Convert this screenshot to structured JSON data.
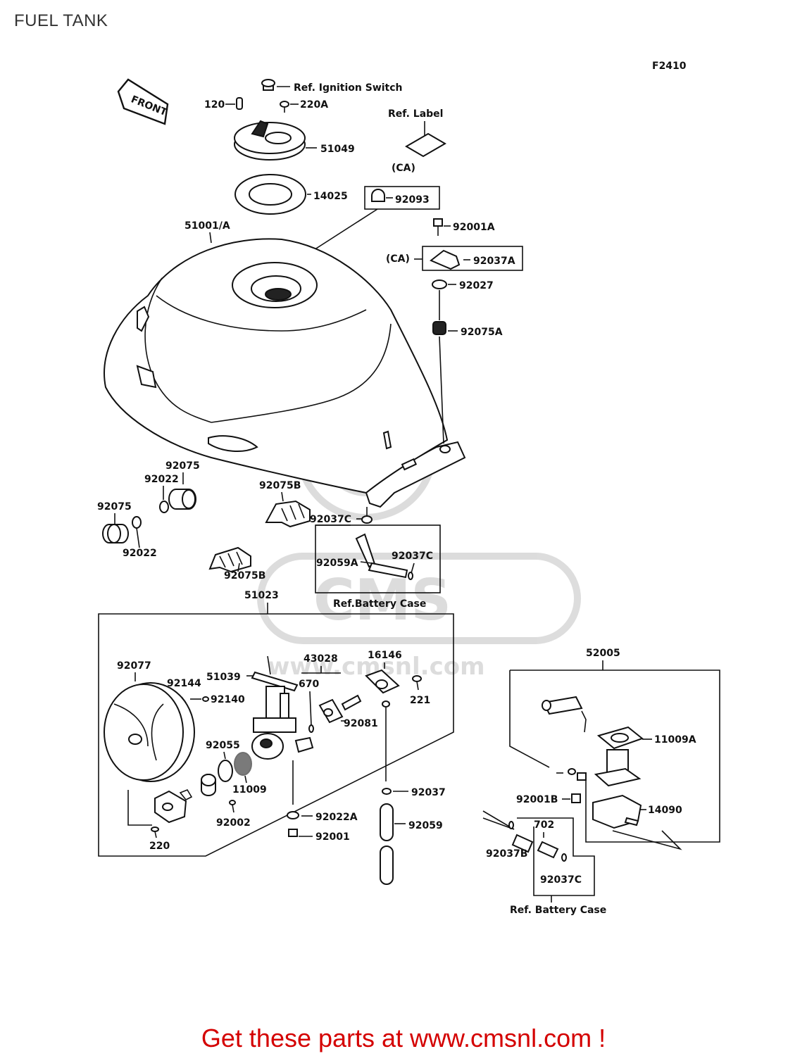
{
  "header": {
    "title": "FUEL TANK",
    "figure_code": "F2410"
  },
  "watermark": {
    "text": "www.cmsnl.com",
    "brand": "CMS"
  },
  "footer": {
    "cta": "Get these parts at www.cmsnl.com !",
    "color": "#d40000"
  },
  "labels": {
    "front": "FRONT",
    "ref_ignition_switch": "Ref. Ignition Switch",
    "ref_label": "Ref. Label",
    "p120": "120",
    "p220a": "220A",
    "p51049": "51049",
    "p14025": "14025",
    "ca_top": "(CA)",
    "p92093": "92093",
    "p51001a": "51001/A",
    "p92001a": "92001A",
    "ca_mid": "(CA)",
    "p92037a": "92037A",
    "p92027": "92027",
    "p92075a": "92075A",
    "p92075_a": "92075",
    "p92022_a": "92022",
    "p92075_b": "92075",
    "p92022_b": "92022",
    "p92075b_top": "92075B",
    "p92075b_bot": "92075B",
    "p92037c_top": "92037C",
    "p92059a": "92059A",
    "p92037c_box": "92037C",
    "ref_battery_case_top": "Ref.Battery Case",
    "p51023": "51023",
    "p92077": "92077",
    "p92144": "92144",
    "p92140": "92140",
    "p51039": "51039",
    "p43028": "43028",
    "p670": "670",
    "p16146": "16146",
    "p221": "221",
    "p92081": "92081",
    "p92055": "92055",
    "p11009": "11009",
    "p92002": "92002",
    "p220": "220",
    "p92037": "92037",
    "p92022a": "92022A",
    "p92059": "92059",
    "p92001": "92001",
    "p52005": "52005",
    "p11009a": "11009A",
    "p92001b": "92001B",
    "p14090": "14090",
    "p702": "702",
    "p92037b": "92037B",
    "p92037c_bot": "92037C",
    "ref_battery_case_bot": "Ref. Battery Case"
  }
}
